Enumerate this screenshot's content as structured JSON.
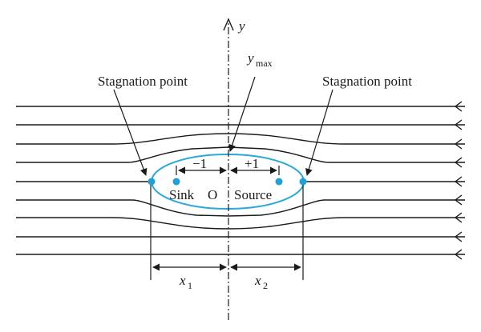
{
  "diagram": {
    "axis_label": "y",
    "ymax_label": "y",
    "ymax_subscript": "max",
    "stagnation_left": "Stagnation point",
    "stagnation_right": "Stagnation point",
    "sink_label": "Sink",
    "origin_label": "O",
    "source_label": "Source",
    "sink_strength": "−1",
    "source_strength": "+1",
    "x1_label": "x",
    "x1_subscript": "1",
    "x2_label": "x",
    "x2_subscript": "2",
    "colors": {
      "line": "#1a1a1a",
      "body_outline": "#2aa8d8",
      "points": "#1ea0d8"
    }
  }
}
